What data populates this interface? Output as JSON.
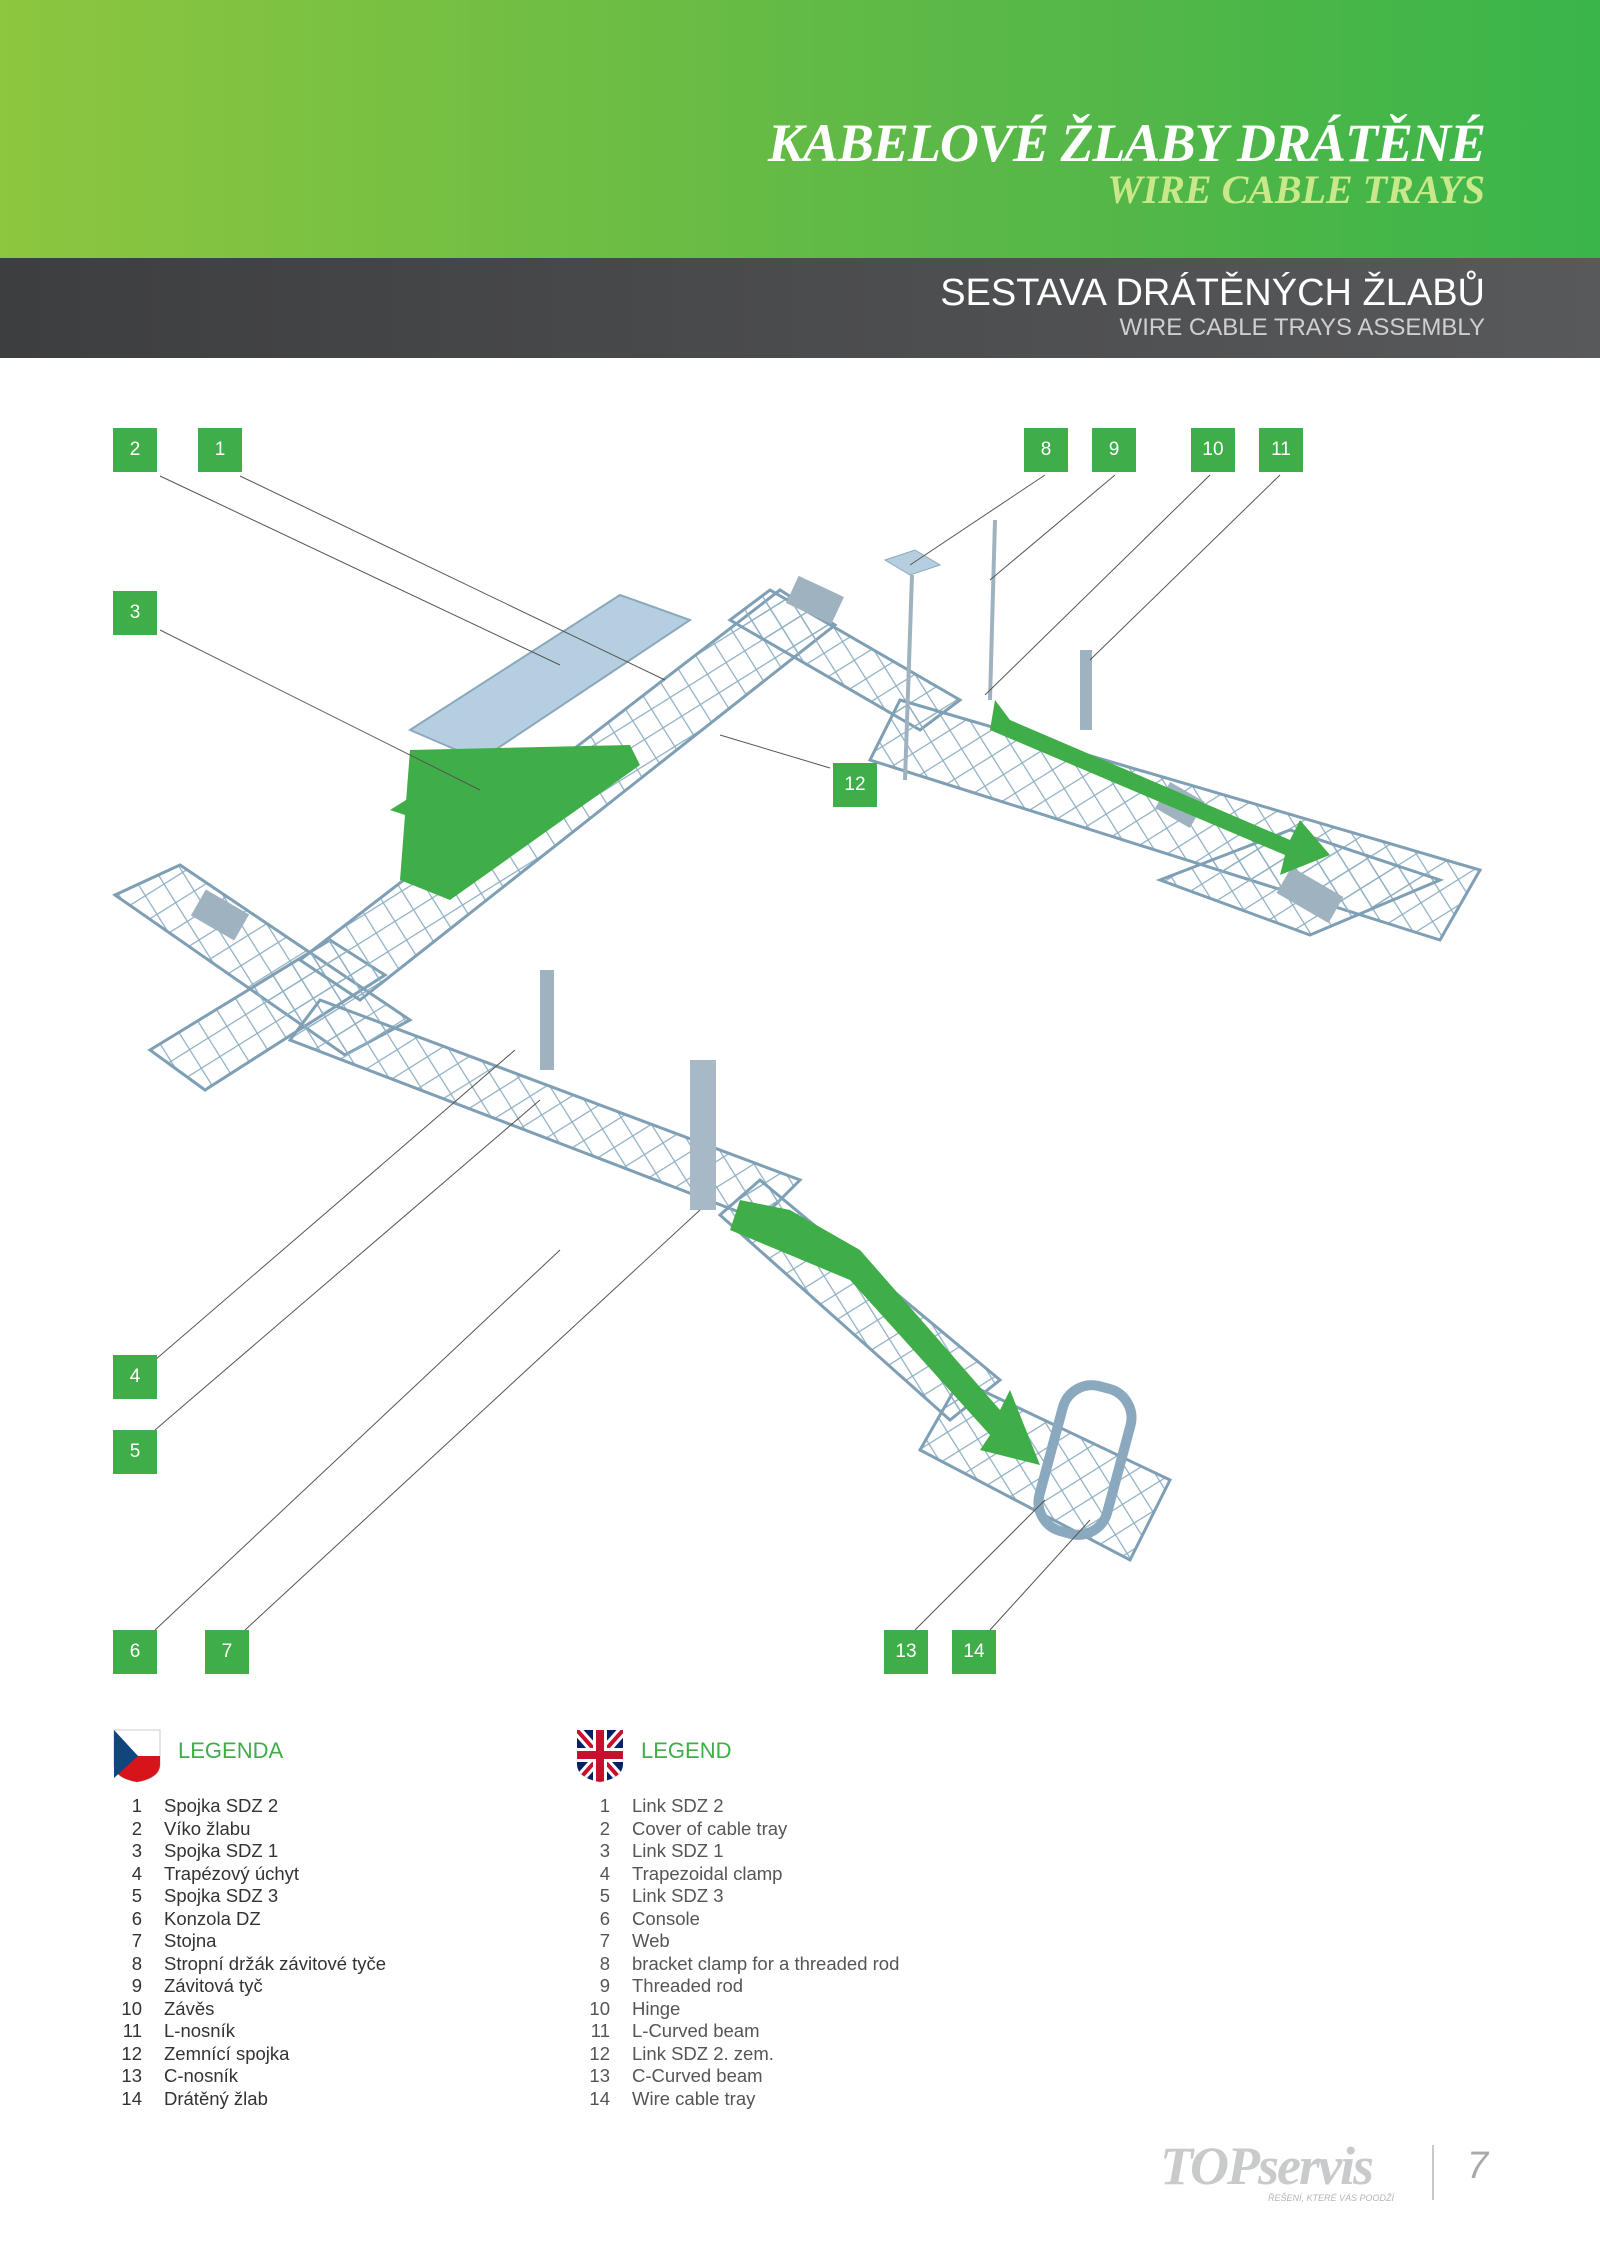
{
  "header": {
    "title_cz": "KABELOVÉ ŽLABY DRÁTĚNÉ",
    "title_en": "WIRE CABLE TRAYS",
    "subtitle_cz": "SESTAVA DRÁTĚNÝCH ŽLABŮ",
    "subtitle_en": "WIRE CABLE TRAYS ASSEMBLY"
  },
  "callouts": [
    "1",
    "2",
    "3",
    "4",
    "5",
    "6",
    "7",
    "8",
    "9",
    "10",
    "11",
    "12",
    "13",
    "14"
  ],
  "legend_cz": {
    "flag": "czech-flag-icon",
    "heading": "LEGENDA",
    "items": [
      {
        "n": "1",
        "t": "Spojka SDZ 2"
      },
      {
        "n": "2",
        "t": "Víko žlabu"
      },
      {
        "n": "3",
        "t": "Spojka SDZ 1"
      },
      {
        "n": "4",
        "t": "Trapézový úchyt"
      },
      {
        "n": "5",
        "t": "Spojka SDZ 3"
      },
      {
        "n": "6",
        "t": "Konzola DZ"
      },
      {
        "n": "7",
        "t": "Stojna"
      },
      {
        "n": "8",
        "t": "Stropní držák závitové tyče"
      },
      {
        "n": "9",
        "t": "Závitová tyč"
      },
      {
        "n": "10",
        "t": "Závěs"
      },
      {
        "n": "11",
        "t": "L-nosník"
      },
      {
        "n": "12",
        "t": "Zemnící spojka"
      },
      {
        "n": "13",
        "t": "C-nosník"
      },
      {
        "n": "14",
        "t": "Drátěný žlab"
      }
    ]
  },
  "legend_en": {
    "flag": "uk-flag-icon",
    "heading": "LEGEND",
    "items": [
      {
        "n": "1",
        "t": "Link SDZ 2"
      },
      {
        "n": "2",
        "t": "Cover of cable tray"
      },
      {
        "n": "3",
        "t": "Link SDZ 1"
      },
      {
        "n": "4",
        "t": "Trapezoidal clamp"
      },
      {
        "n": "5",
        "t": "Link SDZ 3"
      },
      {
        "n": "6",
        "t": "Console"
      },
      {
        "n": "7",
        "t": "Web"
      },
      {
        "n": "8",
        "t": "bracket clamp for a threaded rod"
      },
      {
        "n": "9",
        "t": "Threaded rod"
      },
      {
        "n": "10",
        "t": "Hinge"
      },
      {
        "n": "11",
        "t": "L-Curved beam"
      },
      {
        "n": "12",
        "t": "Link SDZ 2. zem."
      },
      {
        "n": "13",
        "t": "C-Curved beam"
      },
      {
        "n": "14",
        "t": "Wire cable tray"
      }
    ]
  },
  "footer": {
    "logo": "TOPservis",
    "tagline": "ŘEŠENÍ, KTERÉ VÁS POODŽÍ",
    "page_number": "7"
  },
  "colors": {
    "green": "#3fae49",
    "light_green": "#8dc63f",
    "dark_gray": "#3d3e40",
    "tray": "#a9c4d6"
  }
}
